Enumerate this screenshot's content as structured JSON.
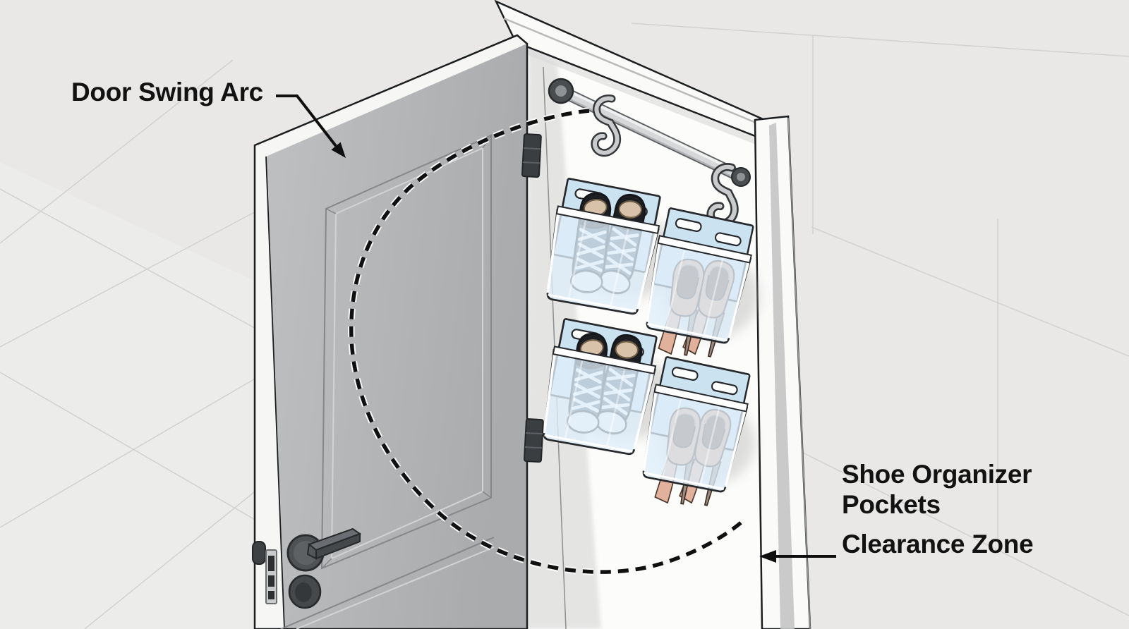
{
  "illustration": {
    "labels": {
      "door_swing_arc": "Door Swing Arc",
      "shoe_organizer_pockets": "Shoe Organizer\nPockets",
      "clearance_zone": "Clearance Zone"
    },
    "organizer": {
      "rows": 2,
      "columns": 2,
      "mount": "rod with S-hooks inside door frame",
      "pockets": [
        {
          "position": "top-left",
          "contents": "sneakers"
        },
        {
          "position": "top-right",
          "contents": "high-heels"
        },
        {
          "position": "bottom-left",
          "contents": "sneakers"
        },
        {
          "position": "bottom-right",
          "contents": "high-heels"
        }
      ]
    },
    "door": {
      "state": "open",
      "swing_arc_style": "dashed",
      "hardware": [
        "lever-handle",
        "deadbolt",
        "latch-plate",
        "hinge",
        "hinge"
      ]
    },
    "colors": {
      "wall": "#e9e8e7",
      "door_face": "#b4b5b7",
      "frame_white": "#fafaf9",
      "pocket_blue": "#cbe2f1",
      "sneaker_navy": "#46566b",
      "heel_tan": "#d49c82",
      "label_text": "#121212",
      "arc_dash": "#101010"
    }
  }
}
